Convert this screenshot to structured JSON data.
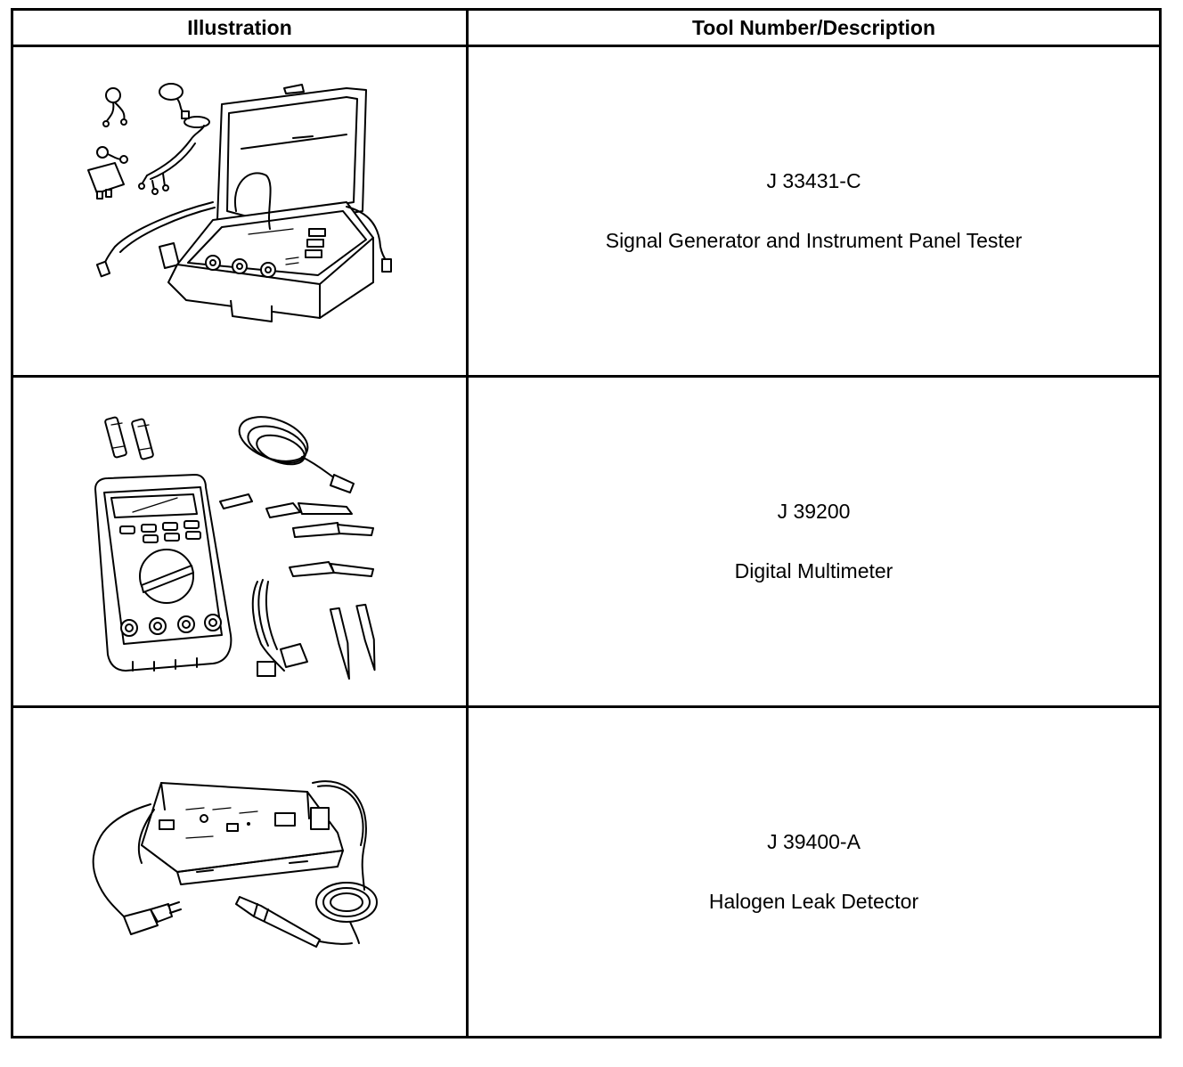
{
  "table": {
    "headers": {
      "illustration": "Illustration",
      "tool": "Tool Number/Description"
    },
    "rows": [
      {
        "tool_number": "J 33431-C",
        "description": "Signal Generator and Instrument Panel Tester",
        "illustration": "signal-generator-kit-drawing"
      },
      {
        "tool_number": "J 39200",
        "description": "Digital Multimeter",
        "illustration": "digital-multimeter-drawing"
      },
      {
        "tool_number": "J 39400-A",
        "description": "Halogen Leak Detector",
        "illustration": "halogen-leak-detector-drawing"
      }
    ]
  }
}
